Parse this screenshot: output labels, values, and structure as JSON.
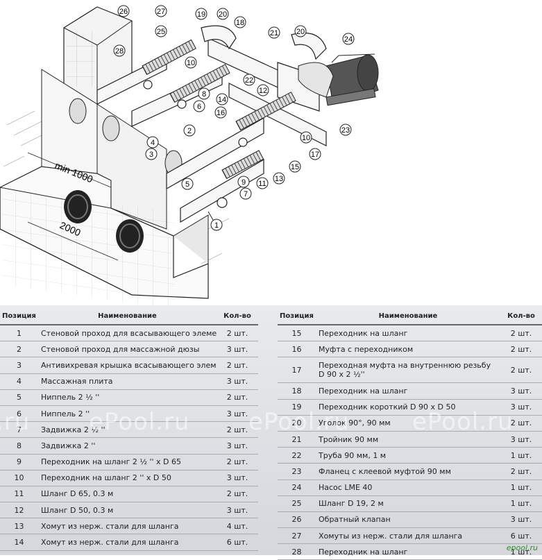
{
  "drawing": {
    "callouts": [
      "1",
      "2",
      "3",
      "4",
      "5",
      "6",
      "7",
      "8",
      "9",
      "10",
      "11",
      "12",
      "13",
      "14",
      "15",
      "16",
      "17",
      "18",
      "19",
      "20",
      "21",
      "22",
      "23",
      "24",
      "25",
      "26",
      "27",
      "28"
    ],
    "dim_min": "min 1000",
    "dim_width": "2000"
  },
  "table_left": {
    "headers": [
      "Позиция",
      "Наименование",
      "Кол-во"
    ],
    "rows": [
      {
        "pos": "1",
        "name": "Стеновой проход для всасывающего элемента",
        "qty": "2 шт."
      },
      {
        "pos": "2",
        "name": "Стеновой проход для массажной дюзы",
        "qty": "3 шт."
      },
      {
        "pos": "3",
        "name": "Антивихревая крышка всасывающего элемента",
        "qty": "2 шт."
      },
      {
        "pos": "4",
        "name": "Массажная плита",
        "qty": "3 шт."
      },
      {
        "pos": "5",
        "name": "Ниппель 2 ½ ''",
        "qty": "2 шт."
      },
      {
        "pos": "6",
        "name": "Ниппель 2 ''",
        "qty": "3 шт."
      },
      {
        "pos": "7",
        "name": "Задвижка 2 ½ ''",
        "qty": "2 шт."
      },
      {
        "pos": "8",
        "name": "Задвижка 2 ''",
        "qty": "3 шт."
      },
      {
        "pos": "9",
        "name": "Переходник на шланг 2 ½ '' x D 65",
        "qty": "2 шт."
      },
      {
        "pos": "10",
        "name": "Переходник на шланг 2 '' x D 50",
        "qty": "3 шт."
      },
      {
        "pos": "11",
        "name": "Шланг D 65, 0.3 м",
        "qty": "2 шт."
      },
      {
        "pos": "12",
        "name": "Шланг D 50, 0.3 м",
        "qty": "3 шт."
      },
      {
        "pos": "13",
        "name": "Хомут из нерж. стали для шланга",
        "qty": "4 шт."
      },
      {
        "pos": "14",
        "name": "Хомут из нерж. стали для шланга",
        "qty": "6 шт."
      }
    ]
  },
  "table_right": {
    "headers": [
      "Позиция",
      "Наименование",
      "Кол-во"
    ],
    "rows": [
      {
        "pos": "15",
        "name": "Переходник на шланг",
        "qty": "2 шт."
      },
      {
        "pos": "16",
        "name": "Муфта с переходником",
        "qty": "2 шт."
      },
      {
        "pos": "17",
        "name": "Переходная муфта на внутреннюю резьбу D 90 x 2 ½''",
        "qty": "2 шт."
      },
      {
        "pos": "18",
        "name": "Переходник на шланг",
        "qty": "3 шт."
      },
      {
        "pos": "19",
        "name": "Переходник короткий D 90 x D 50",
        "qty": "3 шт."
      },
      {
        "pos": "20",
        "name": "Уголок 90°, 90 мм",
        "qty": "2 шт."
      },
      {
        "pos": "21",
        "name": "Тройник 90 мм",
        "qty": "3 шт."
      },
      {
        "pos": "22",
        "name": "Труба 90 мм, 1 м",
        "qty": "1 шт."
      },
      {
        "pos": "23",
        "name": "Фланец с клеевой муфтой 90 мм",
        "qty": "2 шт."
      },
      {
        "pos": "24",
        "name": "Насос LME 40",
        "qty": "1 шт."
      },
      {
        "pos": "25",
        "name": "Шланг D 19, 2 м",
        "qty": "1 шт."
      },
      {
        "pos": "26",
        "name": "Обратный клапан",
        "qty": "3 шт."
      },
      {
        "pos": "27",
        "name": "Хомуты из нерж. стали для шланга",
        "qty": "6 шт."
      },
      {
        "pos": "28",
        "name": "Переходник на шланг",
        "qty": "1 шт."
      }
    ]
  },
  "watermarks": [
    ".ru",
    "ePool.ru",
    "ePool.ru",
    "ePool.ru"
  ],
  "logo": "epool.ru"
}
